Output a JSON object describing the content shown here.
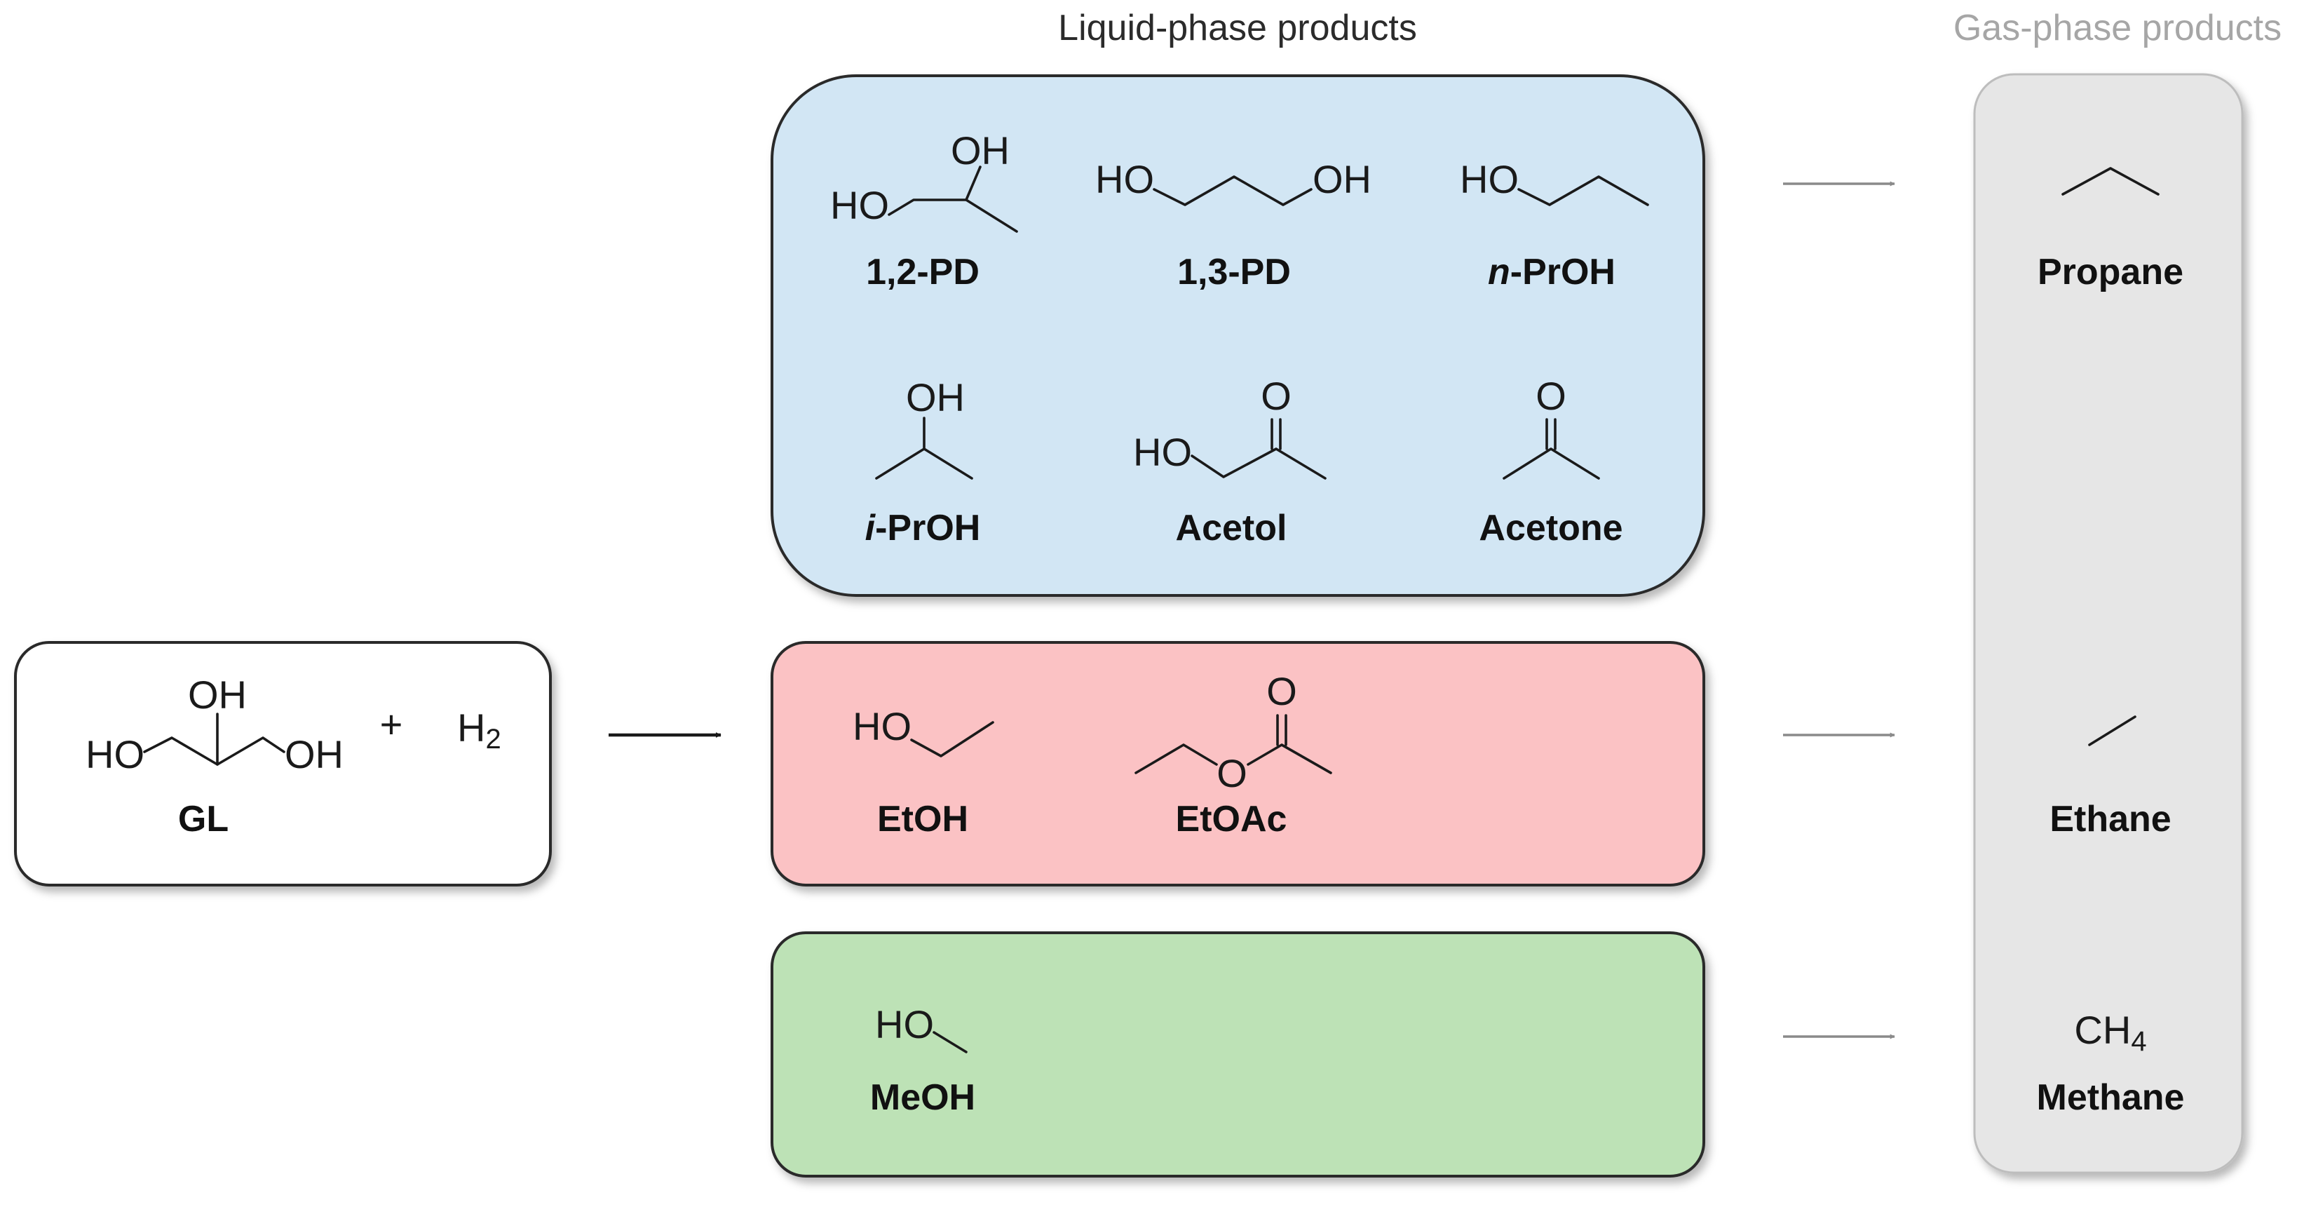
{
  "headers": {
    "liquid": "Liquid-phase products",
    "gas": "Gas-phase products"
  },
  "reactants": {
    "glycerol": {
      "oh_top": "OH",
      "ho_left": "HO",
      "oh_right": "OH",
      "name": "GL"
    },
    "plus": "+",
    "hydrogen": {
      "symbol": "H",
      "sub": "2"
    }
  },
  "liquid_c3": {
    "pd12": {
      "oh": "OH",
      "ho": "HO",
      "name": "1,2-PD"
    },
    "pd13": {
      "ho": "HO",
      "oh": "OH",
      "name": "1,3-PD"
    },
    "nproh": {
      "ho": "HO",
      "name_italic": "n",
      "name_rest": "-PrOH"
    },
    "iproh": {
      "oh": "OH",
      "name_italic": "i",
      "name_rest": "-PrOH"
    },
    "acetol": {
      "o": "O",
      "ho": "HO",
      "name": "Acetol"
    },
    "acetone": {
      "o": "O",
      "name": "Acetone"
    }
  },
  "liquid_c2": {
    "etoh": {
      "ho": "HO",
      "name": "EtOH"
    },
    "etoac": {
      "o_top": "O",
      "o_ring": "O",
      "name": "EtOAc"
    }
  },
  "liquid_c1": {
    "meoh": {
      "ho": "HO",
      "name": "MeOH"
    }
  },
  "gas": {
    "propane": {
      "name": "Propane"
    },
    "ethane": {
      "name": "Ethane"
    },
    "methane": {
      "formula": "CH",
      "sub": "4",
      "name": "Methane"
    }
  },
  "colors": {
    "c3_panel": "#d2e6f4",
    "c2_panel": "#fbc2c4",
    "c1_panel": "#bde2b6",
    "gas_panel": "#e6e6e6",
    "gas_header": "#a6a6a6",
    "gas_arrow": "#8a8a8a",
    "main_arrow": "#1a1a1a"
  }
}
